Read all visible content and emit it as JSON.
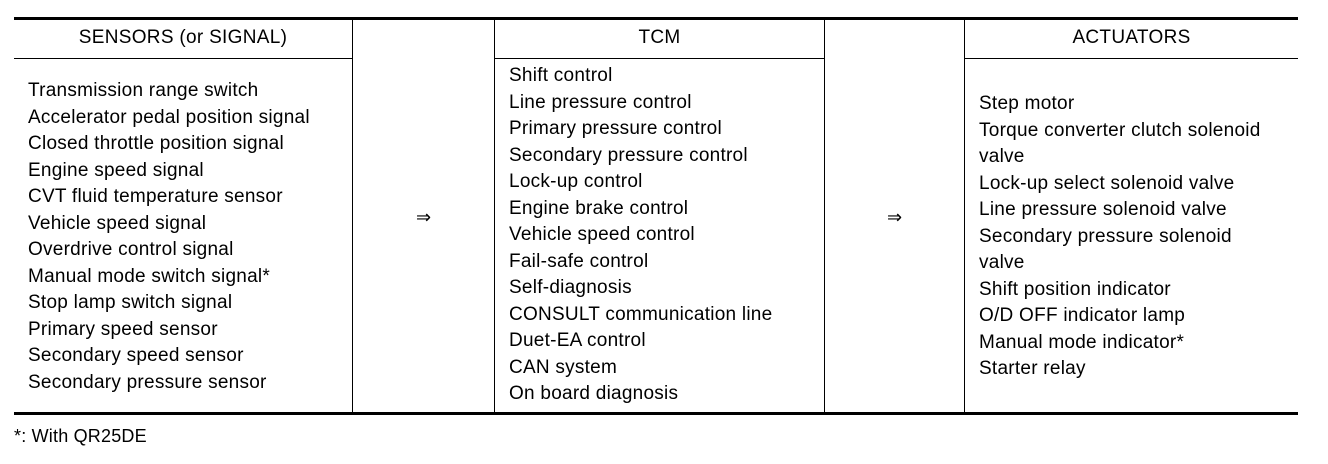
{
  "table": {
    "headers": {
      "sensors": "SENSORS (or SIGNAL)",
      "tcm": "TCM",
      "actuators": "ACTUATORS"
    },
    "arrow_symbol": "⇒",
    "sensors": [
      "Transmission range switch",
      "Accelerator pedal position signal",
      "Closed throttle position signal",
      "Engine speed signal",
      "CVT fluid temperature sensor",
      "Vehicle speed signal",
      "Overdrive control signal",
      "Manual mode switch signal*",
      "Stop lamp switch signal",
      "Primary speed sensor",
      "Secondary speed sensor",
      "Secondary pressure sensor"
    ],
    "tcm": [
      "Shift control",
      "Line pressure control",
      "Primary pressure control",
      "Secondary pressure control",
      "Lock-up control",
      "Engine brake control",
      "Vehicle speed control",
      "Fail-safe control",
      "Self-diagnosis",
      "CONSULT communication line",
      "Duet-EA control",
      "CAN system",
      "On board diagnosis"
    ],
    "actuators": [
      "Step motor",
      "Torque converter clutch solenoid",
      "valve",
      "Lock-up select solenoid valve",
      "Line pressure solenoid valve",
      "Secondary pressure solenoid",
      "valve",
      "Shift position indicator",
      "O/D OFF indicator lamp",
      "Manual mode indicator*",
      "Starter relay"
    ]
  },
  "footnote": "*: With QR25DE"
}
